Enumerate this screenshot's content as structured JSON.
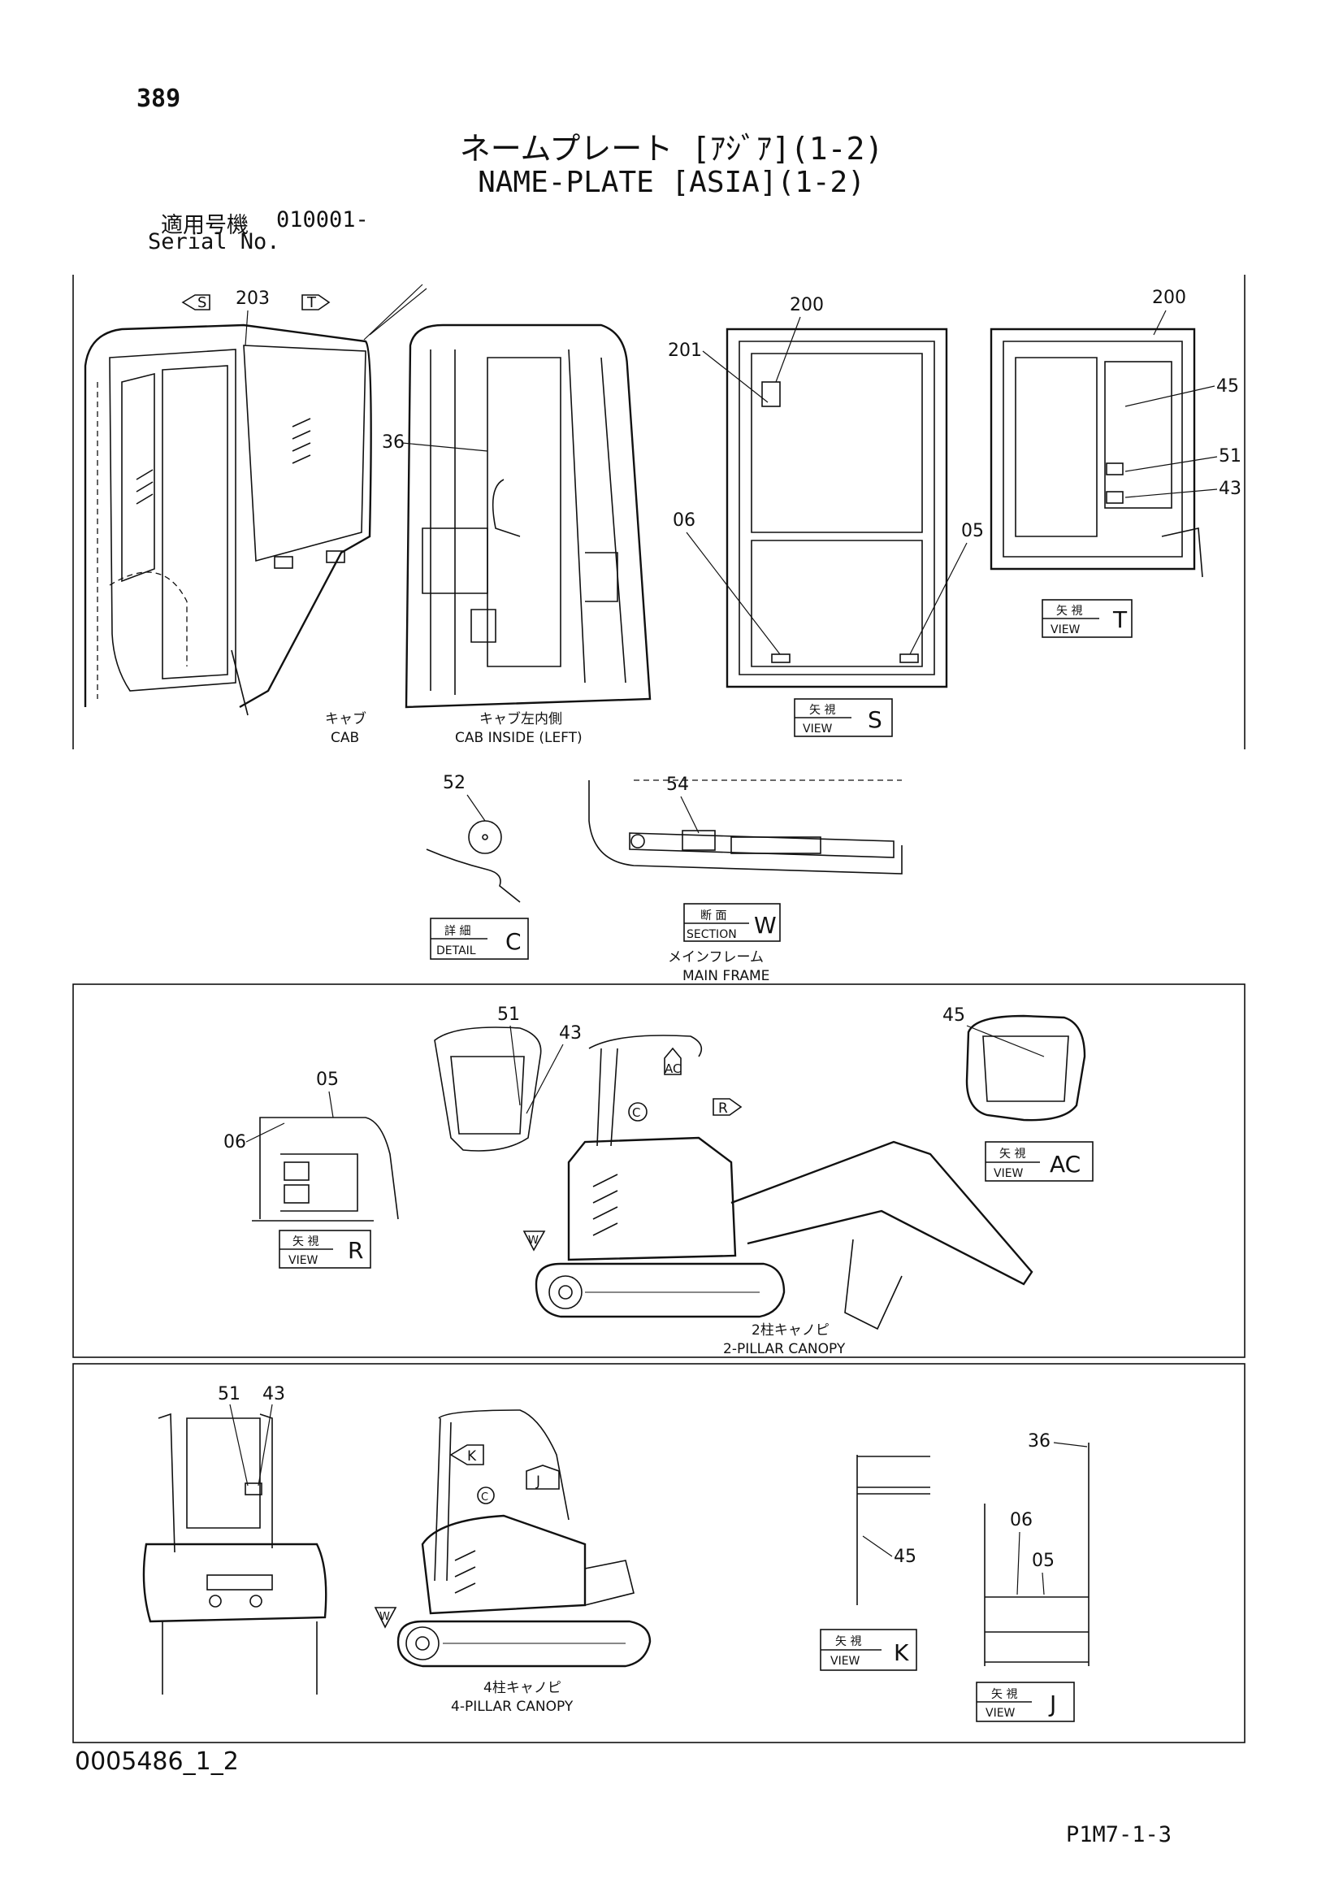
{
  "header": {
    "page_number": "389",
    "title_jp": "ネームプレート [ｱｼﾞｱ](1-2)",
    "title_en": "NAME-PLATE [ASIA](1-2)",
    "serial_label_jp": "適用号機",
    "serial_value": "010001-",
    "serial_label_en": "Serial No."
  },
  "footer": {
    "doc_id": "0005486_1_2",
    "page_ref": "P1M7-1-3"
  },
  "callouts": {
    "c203": "203",
    "c36": "36",
    "c200a": "200",
    "c201": "201",
    "c06a": "06",
    "c05a": "05",
    "c200b": "200",
    "c45a": "45",
    "c51a": "51",
    "c43a": "43",
    "c52": "52",
    "c54": "54",
    "c51b": "51",
    "c43b": "43",
    "c45b": "45",
    "c05b": "05",
    "c06b": "06",
    "c51c": "51",
    "c43c": "43",
    "c36b": "36",
    "c45c": "45",
    "c06c": "06",
    "c05c": "05"
  },
  "arrow_labels": {
    "s": "S",
    "t": "T",
    "ac": "AC",
    "r": "R",
    "w1": "W",
    "c1": "C",
    "k": "K",
    "j": "J",
    "w2": "W",
    "c2": "C"
  },
  "captions": {
    "cab_jp": "キャブ",
    "cab_en": "CAB",
    "cab_inside_jp": "キャブ左内側",
    "cab_inside_en": "CAB INSIDE (LEFT)",
    "main_frame_jp": "メインフレーム",
    "main_frame_en": "MAIN FRAME",
    "canopy2_jp": "2柱キャノピ",
    "canopy2_en": "2-PILLAR CANOPY",
    "canopy4_jp": "4柱キャノピ",
    "canopy4_en": "4-PILLAR CANOPY"
  },
  "view_boxes": [
    {
      "jp": "矢 視",
      "en": "VIEW",
      "letter": "S"
    },
    {
      "jp": "矢 視",
      "en": "VIEW",
      "letter": "T"
    },
    {
      "jp": "詳 細",
      "en": "DETAIL",
      "letter": "C"
    },
    {
      "jp": "断 面",
      "en": "SECTION",
      "letter": "W"
    },
    {
      "jp": "矢 視",
      "en": "VIEW",
      "letter": "AC"
    },
    {
      "jp": "矢 視",
      "en": "VIEW",
      "letter": "R"
    },
    {
      "jp": "矢 視",
      "en": "VIEW",
      "letter": "K"
    },
    {
      "jp": "矢 視",
      "en": "VIEW",
      "letter": "J"
    }
  ]
}
